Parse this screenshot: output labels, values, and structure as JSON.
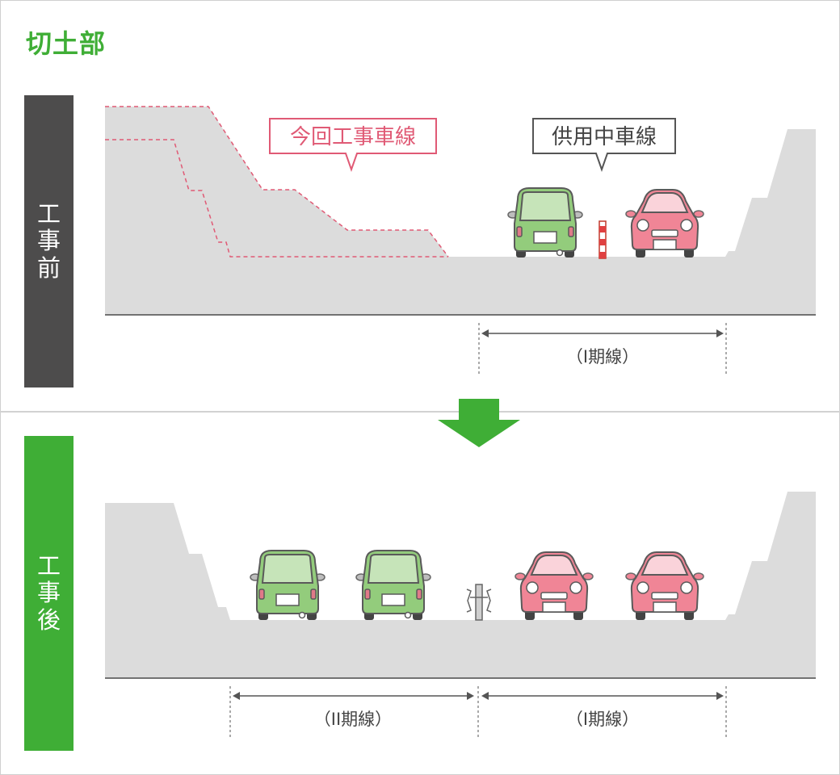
{
  "title": "切土部",
  "stages": {
    "before": {
      "label_chars": [
        "工",
        "事",
        "前"
      ]
    },
    "after": {
      "label_chars": [
        "工",
        "事",
        "後"
      ]
    }
  },
  "callouts": {
    "construction_line": "今回工事車線",
    "in_service_line": "供用中車線"
  },
  "dimensions": {
    "phase1": "（I期線）",
    "phase2": "（II期線）"
  },
  "colors": {
    "title_green": "#3fae36",
    "before_tab": "#4d4c4c",
    "after_tab": "#3fae36",
    "ground": "#dcdcdc",
    "cut_dash": "#e05a75",
    "green_car": "#93cc7c",
    "pink_car": "#f08596",
    "arrow": "#3fae36"
  },
  "icons": [
    "down-arrow-icon",
    "car-rear-icon",
    "car-front-icon",
    "delineator-post-icon",
    "median-barrier-icon"
  ]
}
